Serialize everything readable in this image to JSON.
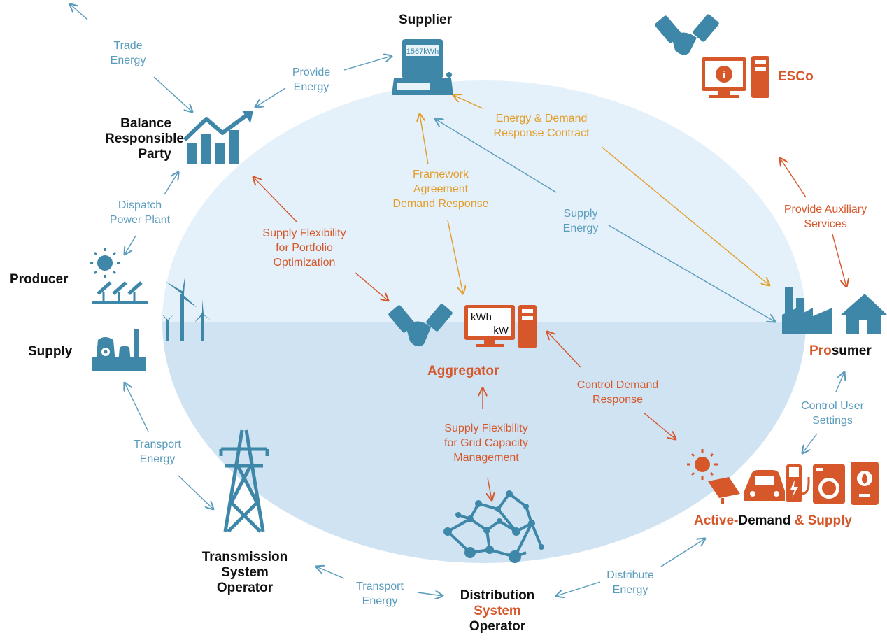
{
  "colors": {
    "blue": "#5a9cbc",
    "orange": "#d5572a",
    "gold": "#e39d2a",
    "ellipse_top": "#e4f1fa",
    "ellipse_bottom": "#cfe3f3"
  },
  "actors": {
    "supplier": "Supplier",
    "esco": "ESCo",
    "brp_line1": "Balance",
    "brp_line2": "Responsible",
    "brp_line3": "Party",
    "producer": "Producer",
    "supply": "Supply",
    "aggregator": "Aggregator",
    "prosumer_hl": "Pro",
    "prosumer_rest": "sumer",
    "active_hl": "Active-",
    "active_mid": "Demand",
    "active_tail": " & Supply",
    "tso_line1": "Transmission",
    "tso_line2": "System",
    "tso_line3": "Operator",
    "dso_line1": "Distribution",
    "dso_line2": "System",
    "dso_line3": "Operator"
  },
  "meter_reading": "1567kWh",
  "monitor_units": {
    "top": "kWh",
    "bottom": "kW"
  },
  "info_glyph": "i",
  "flows": {
    "trade_energy": [
      "Trade",
      "Energy"
    ],
    "provide_energy": [
      "Provide",
      "Energy"
    ],
    "energy_demand_contract": [
      "Energy & Demand",
      "Response Contract"
    ],
    "framework_agreement": [
      "Framework",
      "Agreement",
      "Demand Response"
    ],
    "supply_energy": [
      "Supply",
      "Energy"
    ],
    "provide_auxiliary": [
      "Provide Auxiliary",
      "Services"
    ],
    "dispatch_power_plant": [
      "Dispatch",
      "Power Plant"
    ],
    "supply_flex_portfolio": [
      "Supply Flexibility",
      "for Portfolio",
      "Optimization"
    ],
    "control_demand_response": [
      "Control Demand",
      "Response"
    ],
    "control_user_settings": [
      "Control User",
      "Settings"
    ],
    "supply_flex_grid": [
      "Supply Flexibility",
      "for Grid Capacity",
      "Management"
    ],
    "transport_energy_left": [
      "Transport",
      "Energy"
    ],
    "transport_energy_bottom": [
      "Transport",
      "Energy"
    ],
    "distribute_energy": [
      "Distribute",
      "Energy"
    ]
  },
  "icons": [
    "cash-register-icon",
    "handshake-icon",
    "monitor-info-icon",
    "computer-tower-icon",
    "rising-bar-chart-icon",
    "sun-icon",
    "solar-panel-icon",
    "wind-turbine-icon",
    "nuclear-plant-icon",
    "monitor-meter-icon",
    "factory-icon",
    "house-icon",
    "electric-car-icon",
    "charging-station-icon",
    "washing-machine-icon",
    "boiler-icon",
    "transmission-tower-icon",
    "grid-network-icon"
  ]
}
